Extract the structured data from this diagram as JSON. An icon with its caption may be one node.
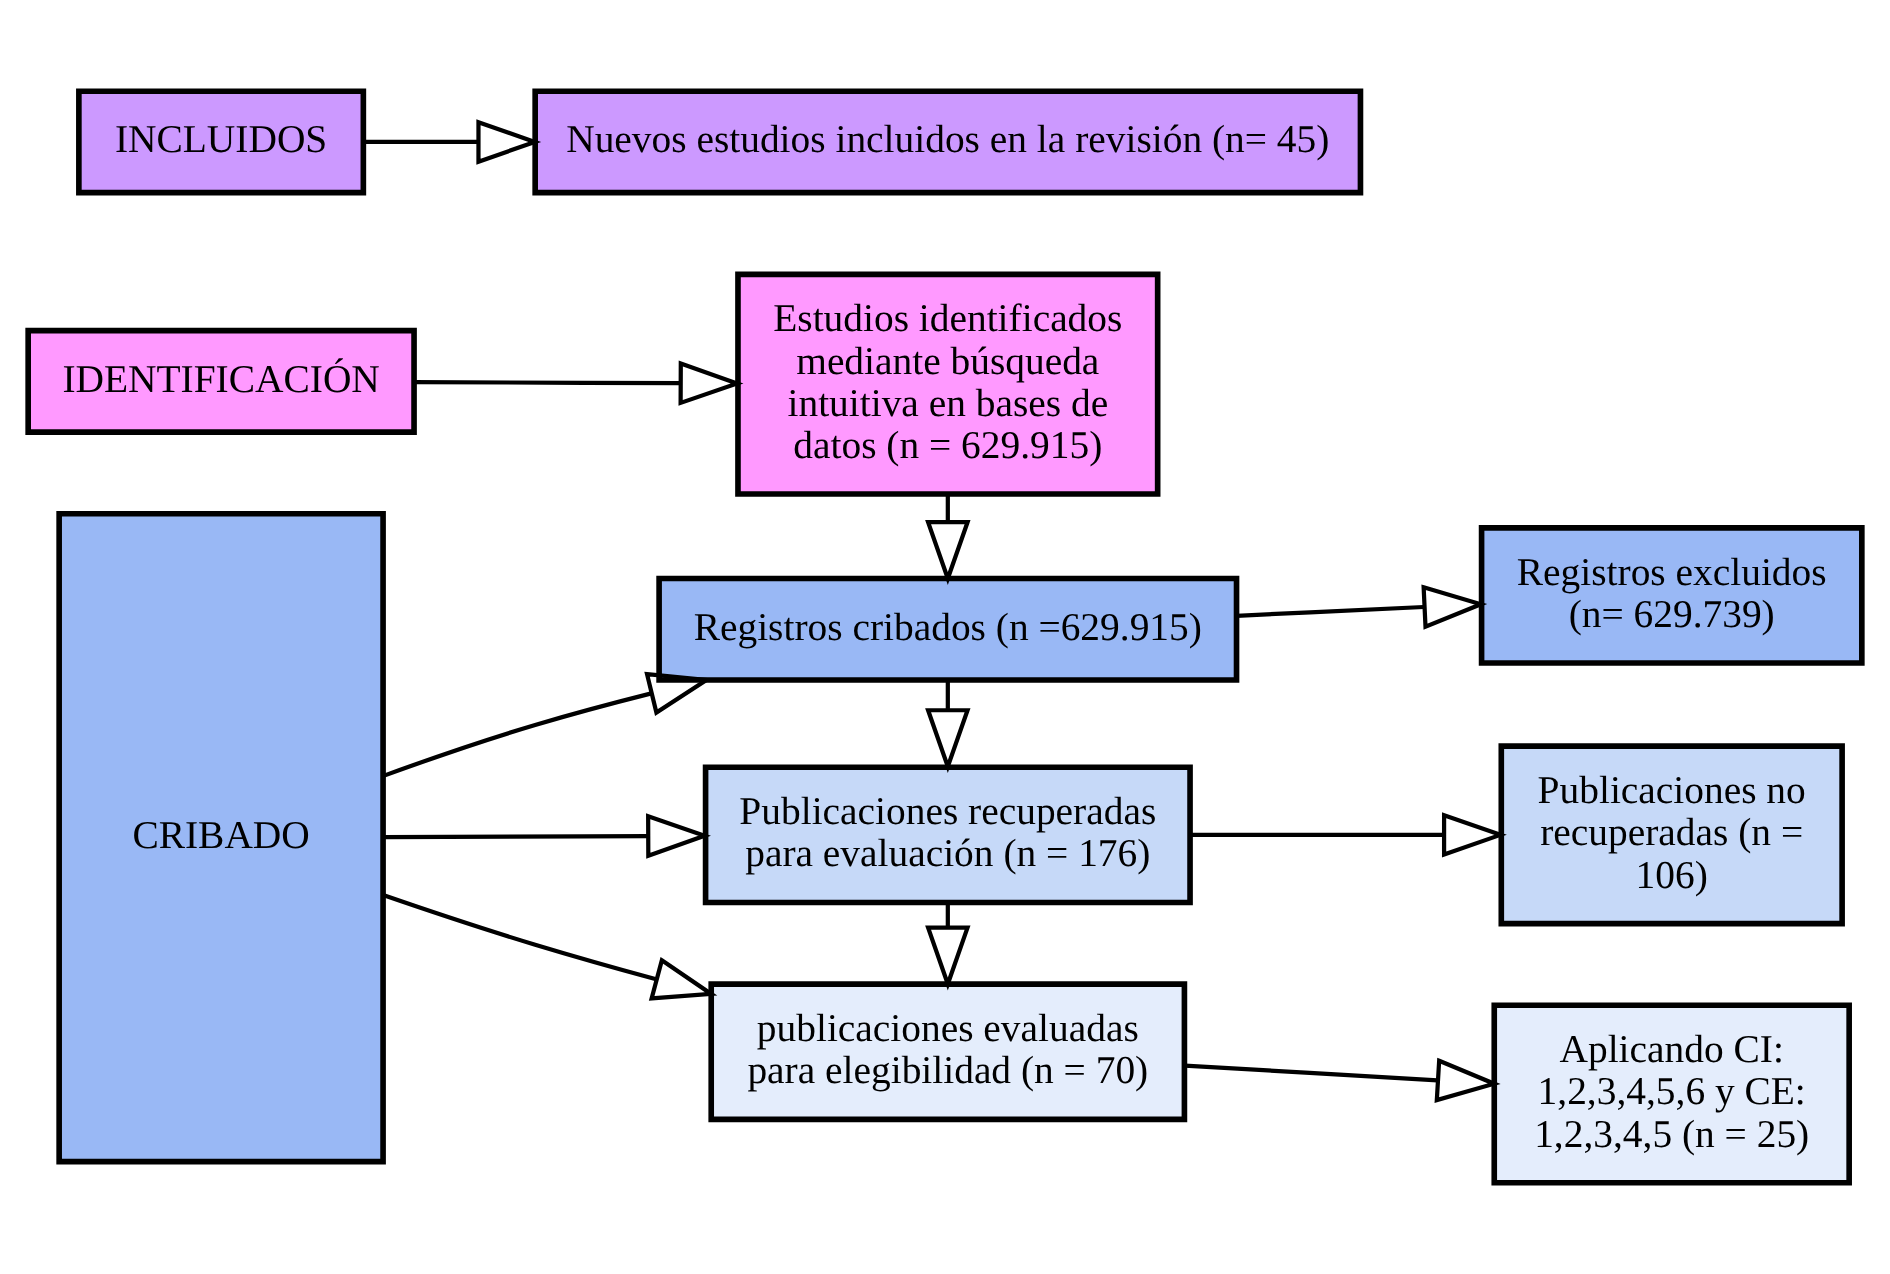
{
  "diagram": {
    "nodes": [
      {
        "text": [
          "IDENTIFICACIÓN"
        ]
      },
      {
        "text": [
          "Estudios identificados mediante búsqueda intuitiva en bases de datos (n = 629.915)"
        ]
      },
      {
        "text": [
          "CRIBADO"
        ]
      },
      {
        "text": [
          "Registros cribados (n =629.915)"
        ]
      },
      {
        "text": [
          "Registros excluidos (n= 629.739)"
        ]
      },
      {
        "text": [
          "Publicaciones recuperadas para evaluación (n = 176)"
        ]
      },
      {
        "text": [
          "Publicaciones no recuperadas (n = 106)"
        ]
      },
      {
        "text": [
          "publicaciones evaluadas para elegibilidad (n = 70)"
        ]
      },
      {
        "text": [
          "Aplicando CI: 1,2,3,4,5,6 y CE: 1,2,3,4,5 (n = 25)"
        ]
      },
      {
        "text": [
          "INCLUIDOS"
        ]
      },
      {
        "text": [
          "Nuevos estudios incluidos en la revisión (n= 45)"
        ]
      }
    ],
    "edges": [
      {
        "from": 0,
        "to": 1,
        "arrow": "to"
      },
      {
        "from": 1,
        "to": 3,
        "arrow": "to"
      },
      {
        "from": 2,
        "to": 3,
        "arrow": "to"
      },
      {
        "from": 3,
        "to": 4,
        "arrow": "to"
      },
      {
        "from": 3,
        "to": 5,
        "arrow": "to"
      },
      {
        "from": 2,
        "to": 5,
        "arrow": "to"
      },
      {
        "from": 5,
        "to": 6,
        "arrow": "to"
      },
      {
        "from": 5,
        "to": 7,
        "arrow": "to"
      },
      {
        "from": 2,
        "to": 7,
        "arrow": "to"
      },
      {
        "from": 7,
        "to": 8,
        "arrow": "to"
      },
      {
        "from": 9,
        "to": 10,
        "arrow": "to"
      }
    ]
  }
}
